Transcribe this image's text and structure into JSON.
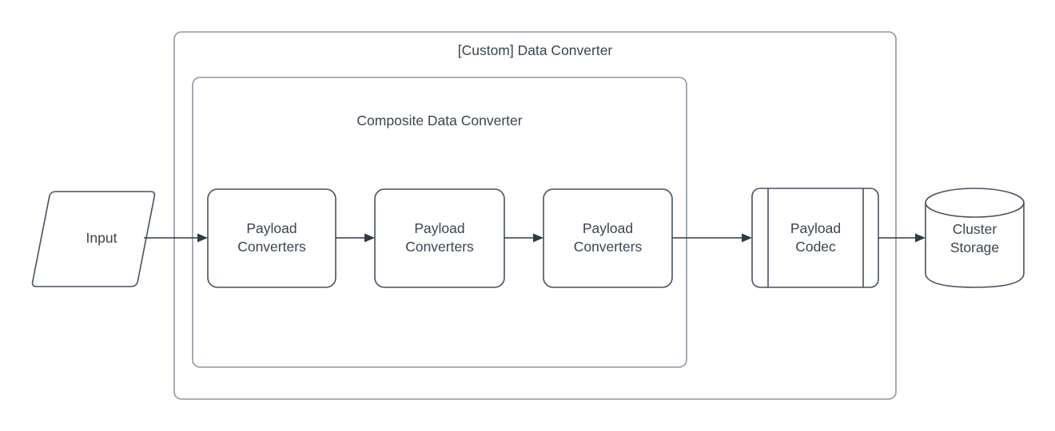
{
  "diagram": {
    "title_outer": "[Custom] Data Converter",
    "title_inner": "Composite Data Converter",
    "colors": {
      "shape_stroke": "#46515e",
      "container_stroke": "#8f97a3",
      "connector": "#2f3a46",
      "text": "#3b4450",
      "background": "#ffffff"
    },
    "containers": [
      {
        "name": "custom-data-converter",
        "label": "[Custom] Data Converter"
      },
      {
        "name": "composite-data-converter",
        "label": "Composite Data Converter"
      }
    ],
    "nodes": [
      {
        "name": "input",
        "label": "Input",
        "shape": "parallelogram"
      },
      {
        "name": "payload-converters-1",
        "label": "Payload\nConverters",
        "shape": "rounded-rect"
      },
      {
        "name": "payload-converters-2",
        "label": "Payload\nConverters",
        "shape": "rounded-rect"
      },
      {
        "name": "payload-converters-3",
        "label": "Payload\nConverters",
        "shape": "rounded-rect"
      },
      {
        "name": "payload-codec",
        "label": "Payload\nCodec",
        "shape": "subroutine"
      },
      {
        "name": "cluster-storage",
        "label": "Cluster\nStorage",
        "shape": "cylinder"
      }
    ],
    "edges": [
      {
        "name": "edge-input-to-converters1",
        "from": "input",
        "to": "payload-converters-1"
      },
      {
        "name": "edge-converters1-to-converters2",
        "from": "payload-converters-1",
        "to": "payload-converters-2"
      },
      {
        "name": "edge-converters2-to-converters3",
        "from": "payload-converters-2",
        "to": "payload-converters-3"
      },
      {
        "name": "edge-converters3-to-codec",
        "from": "payload-converters-3",
        "to": "payload-codec"
      },
      {
        "name": "edge-codec-to-storage",
        "from": "payload-codec",
        "to": "cluster-storage"
      }
    ]
  }
}
